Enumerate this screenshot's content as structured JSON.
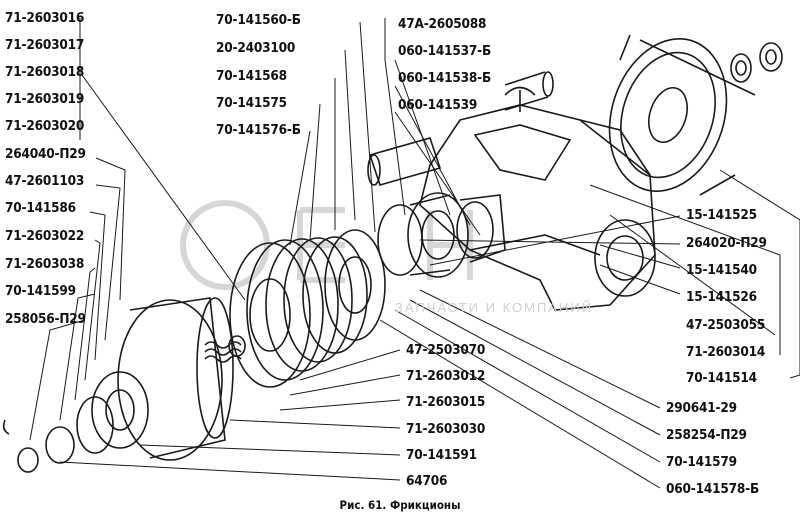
{
  "figure": {
    "caption": "Рис. 61. Фрикционы",
    "watermark_text": "ЗАПЧАСТИ И КОМПАНИЙ"
  },
  "labels": {
    "left": [
      "71-2603016",
      "71-2603017",
      "71-2603018",
      "71-2603019",
      "71-2603020",
      "264040-П29",
      "47-2601103",
      "70-141586",
      "71-2603022",
      "71-2603038",
      "70-141599",
      "258056-П29"
    ],
    "top_center": [
      "70-141560-Б",
      "20-2403100",
      "70-141568",
      "70-141575",
      "70-141576-Б"
    ],
    "top_right": [
      "47А-2605088",
      "060-141537-Б",
      "060-141538-Б",
      "060-141539"
    ],
    "right": [
      "15-141525",
      "264020-П29",
      "15-141540",
      "15-141526",
      "47-2503055",
      "71-2603014",
      "70-141514"
    ],
    "bottom_center": [
      "47-2503070",
      "71-2603012",
      "71-2603015",
      "71-2603030",
      "70-141591",
      "64706"
    ],
    "bottom_right": [
      "290641-29",
      "258254-П29",
      "70-141579",
      "060-141578-Б"
    ]
  },
  "colors": {
    "ink": "#111111",
    "paper": "#ffffff",
    "watermark": "#cfcfcf"
  }
}
